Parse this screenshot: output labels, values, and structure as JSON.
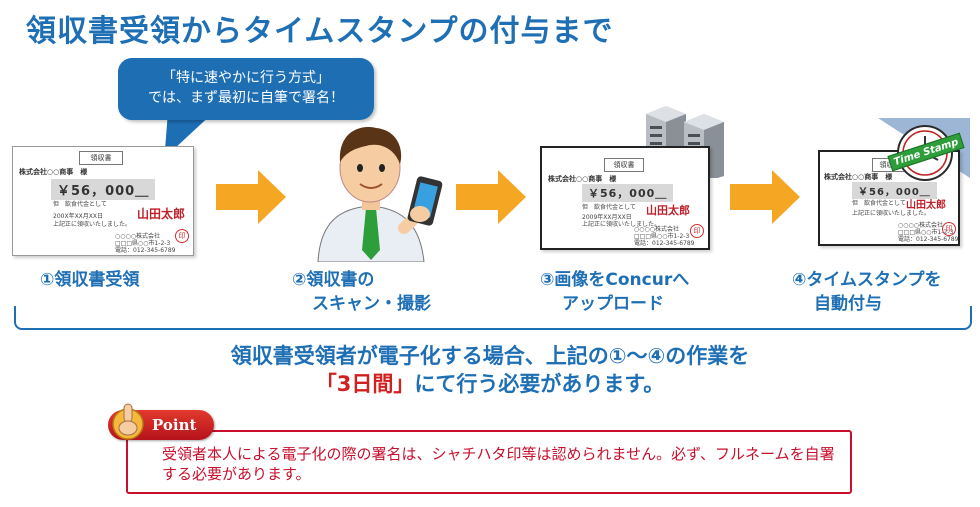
{
  "title": "領収書受領からタイムスタンプの付与まで",
  "bubble": {
    "line1": "「特に速やかに行う方式」",
    "line2": "では、まず最初に自筆で署名！"
  },
  "receipt": {
    "title": "領収書",
    "to": "株式会社○○商事　様",
    "amount": "￥56，000＿",
    "purpose": "但　飲食代金として",
    "date": "200X年XX月XX日",
    "received": "上記正に領収いたしました。",
    "issuer": "○○○○株式会社",
    "address": "□□□県○○市1-2-3",
    "phone": "電話：012-345-6789",
    "signature": "山田太郎",
    "stamp": "印",
    "date_step3": "2009年XX月XX日"
  },
  "steps": [
    {
      "line1": "①領収書受領",
      "line2": ""
    },
    {
      "line1": "②領収書の",
      "line2": "スキャン・撮影"
    },
    {
      "line1": "③画像をConcurへ",
      "line2": "アップロード"
    },
    {
      "line1": "④タイムスタンプを",
      "line2": "自動付与"
    }
  ],
  "timestamp_seal": "Time Stamp",
  "summary": {
    "line1": "領収書受領者が電子化する場合、上記の①～④の作業を",
    "highlight": "「3日間」",
    "line2_rest": "にて行う必要があります。"
  },
  "point": {
    "badge": "Point",
    "text": "受領者本人による電子化の際の署名は、シャチハタ印等は認められません。必ず、フルネームを自署する必要があります。"
  },
  "colors": {
    "title_blue": "#1f6fb5",
    "arrow_orange": "#f5a623",
    "accent_red": "#c8102e",
    "bubble_blue": "#1e6eb4"
  }
}
